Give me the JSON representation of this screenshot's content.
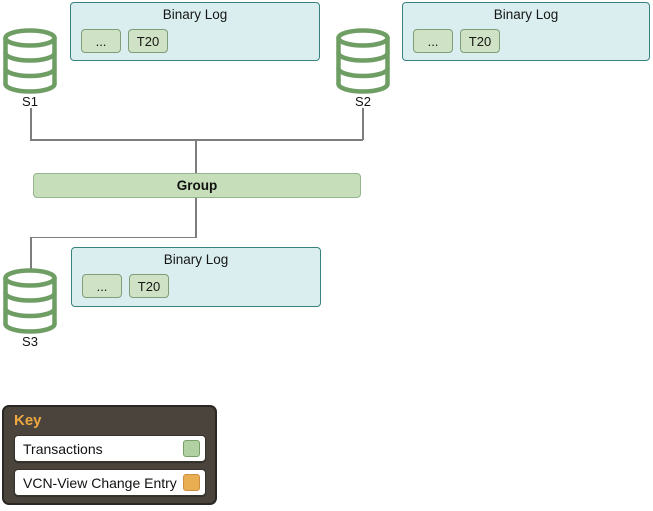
{
  "diagram": {
    "servers": [
      {
        "label": "S1"
      },
      {
        "label": "S2"
      },
      {
        "label": "S3"
      }
    ],
    "binary_logs": [
      {
        "title": "Binary Log",
        "entries": [
          "...",
          "T20"
        ]
      },
      {
        "title": "Binary Log",
        "entries": [
          "...",
          "T20"
        ]
      },
      {
        "title": "Binary Log",
        "entries": [
          "...",
          "T20"
        ]
      }
    ],
    "group_label": "Group"
  },
  "key": {
    "title": "Key",
    "items": [
      {
        "label": "Transactions",
        "swatch_color": "#b2d1a3",
        "swatch_border": "#76a065"
      },
      {
        "label": "VCN-View Change Entry",
        "swatch_color": "#eaae52",
        "swatch_border": "#cb8f3f"
      }
    ]
  },
  "colors": {
    "binlog-fill": "#daeef0",
    "binlog-border": "#39817f",
    "entry-fill": "#cfe2c5",
    "entry-border": "#7f9e78",
    "group-fill": "#c6deba",
    "group-border": "#96b58e",
    "db-stroke": "#6f9e64",
    "line-color": "#7d7d7d",
    "key-bg": "#4a443d",
    "key-border": "#2b2722",
    "key-title-color": "#eca83f"
  }
}
